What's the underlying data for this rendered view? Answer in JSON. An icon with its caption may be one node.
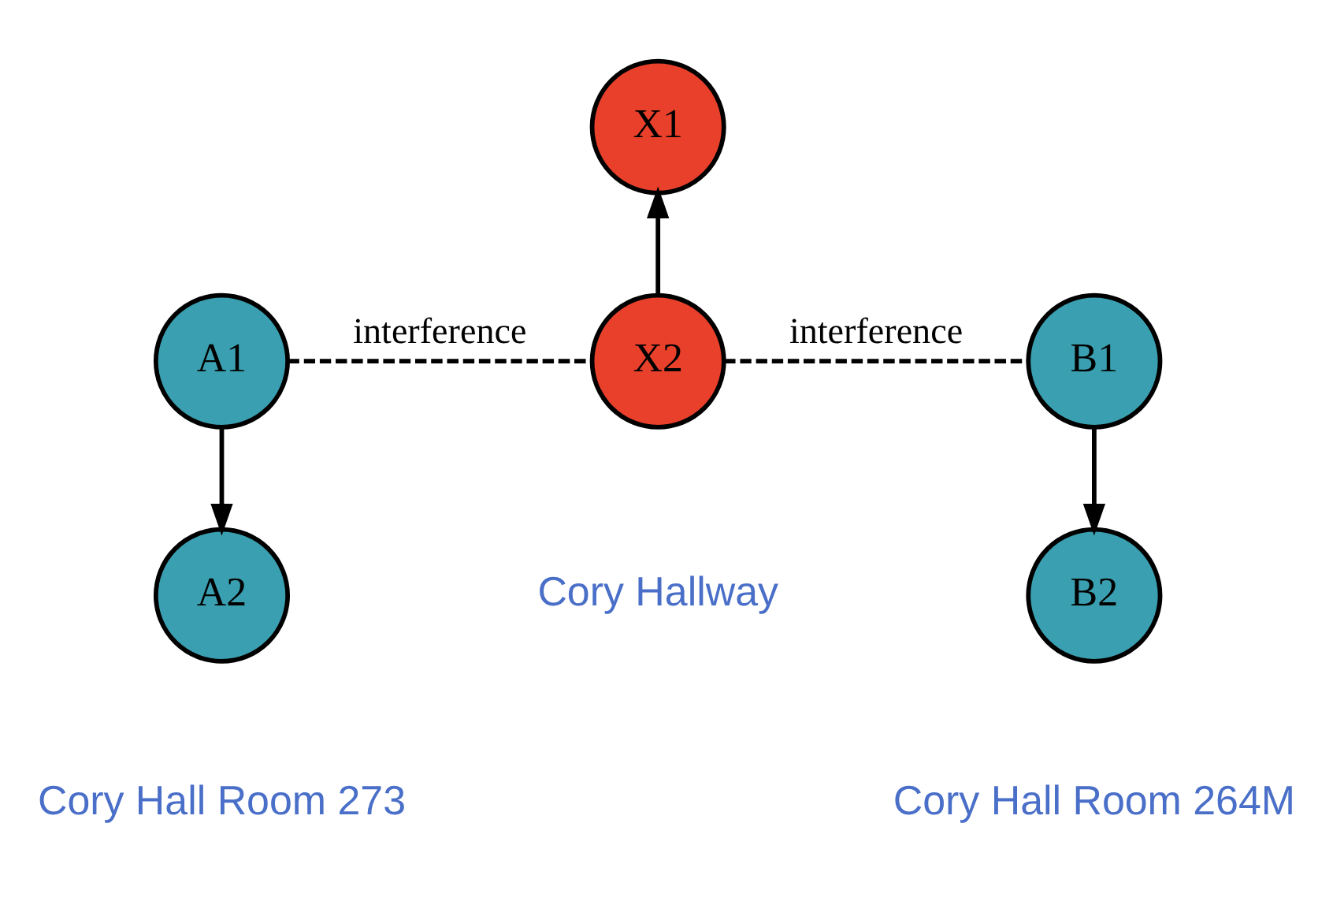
{
  "diagram": {
    "nodes": [
      {
        "text": [
          "X1"
        ]
      },
      {
        "text": [
          "A1"
        ]
      },
      {
        "text": [
          "X2"
        ],
        "beside": [
          "Cory Hallway"
        ]
      },
      {
        "text": [
          "B1"
        ]
      },
      {
        "text": [
          "A2"
        ],
        "beside": [
          "Cory Hall Room 273"
        ]
      },
      {
        "text": [
          "B2"
        ],
        "beside": [
          "Cory Hall Room 264M"
        ]
      }
    ],
    "edges": [
      {
        "from": 2,
        "to": 0,
        "arrow": "to"
      },
      {
        "from": 1,
        "to": 2,
        "arrow": "none",
        "style": "dashed",
        "label": "interference"
      },
      {
        "from": 2,
        "to": 3,
        "arrow": "none",
        "style": "dashed",
        "label": "interference"
      },
      {
        "from": 1,
        "to": 4,
        "arrow": "to"
      },
      {
        "from": 3,
        "to": 5,
        "arrow": "to"
      }
    ]
  }
}
